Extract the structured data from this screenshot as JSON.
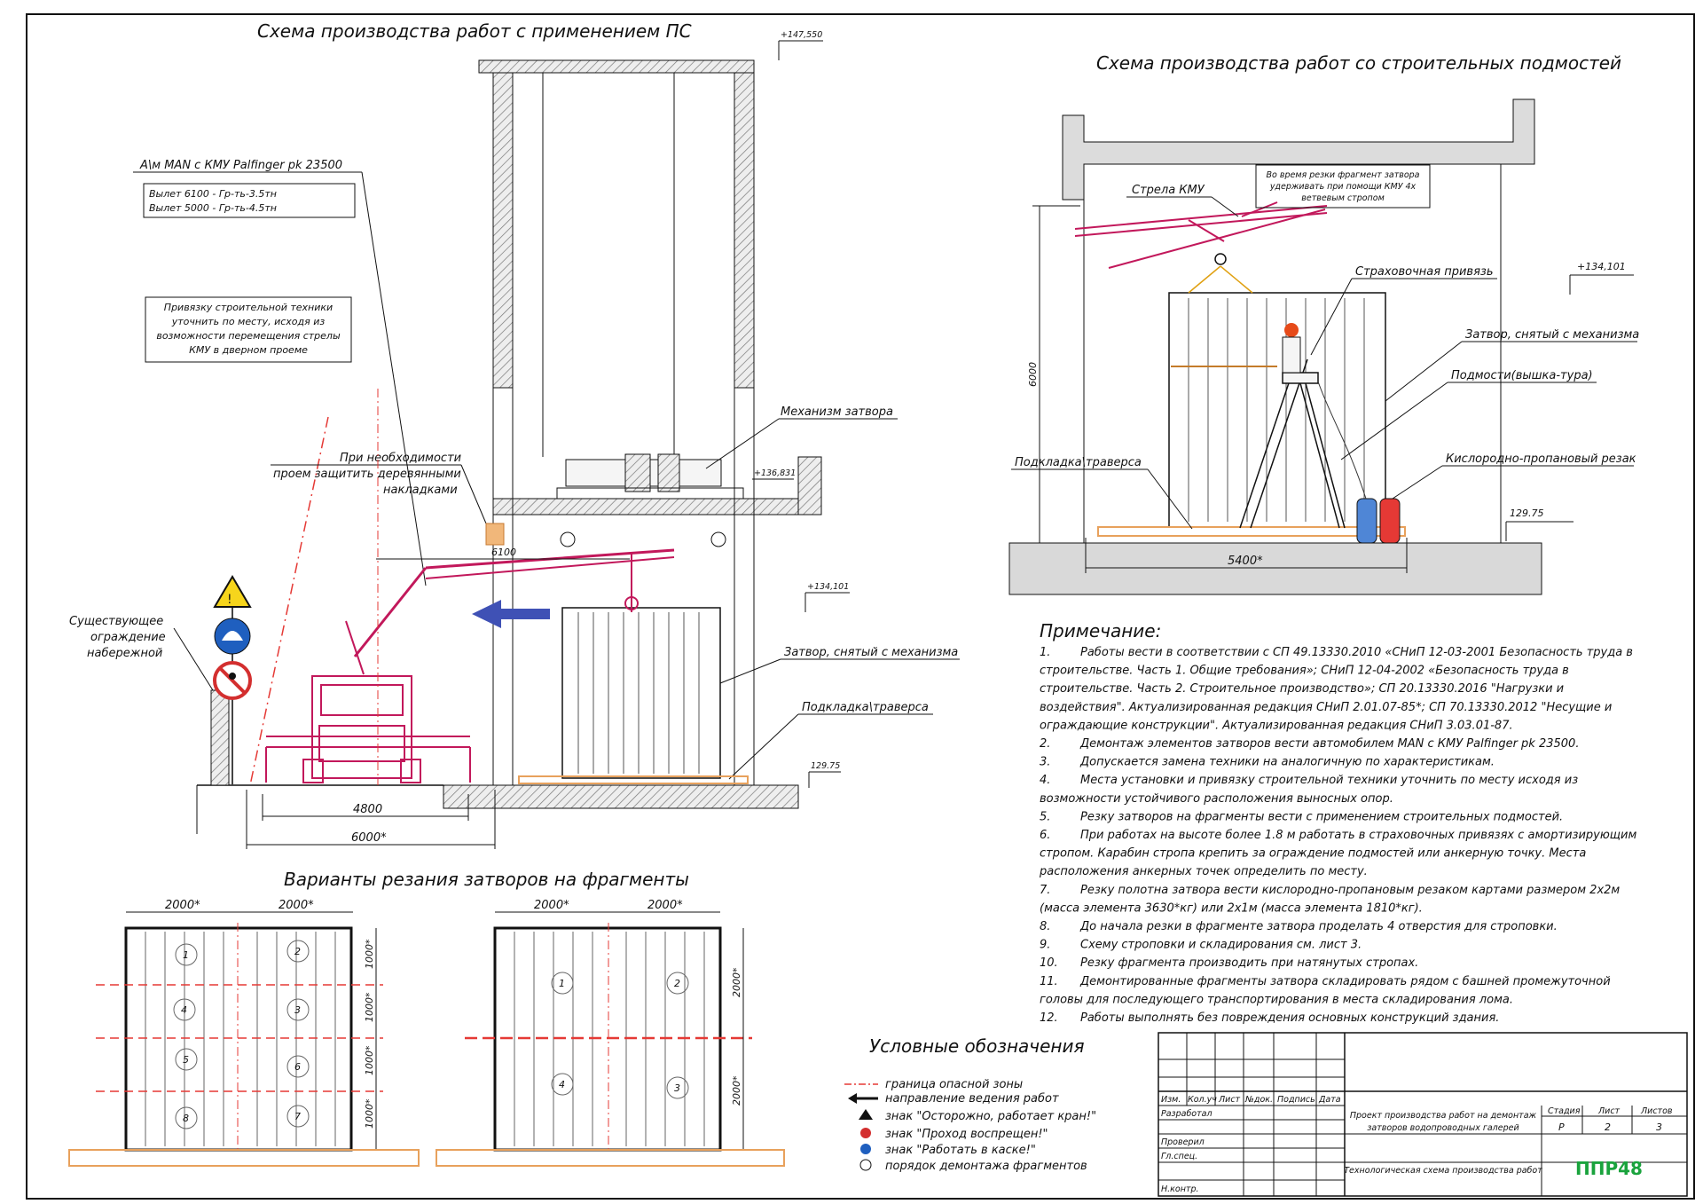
{
  "sheet": {
    "titles": {
      "ps_scheme": "Схема производства работ с применением ПС",
      "scaffold_scheme": "Схема производства работ со строительных подмостей",
      "cutting_variants": "Варианты резания затворов на фрагменты",
      "legend": "Условные обозначения",
      "notes_heading": "Примечание:"
    },
    "left_scheme": {
      "crane_callout": "А\\м MAN с КМУ Palfinger pk 23500",
      "reach_lines": [
        "Вылет 6100 - Гр-ть-3.5тн",
        "Вылет 5000 - Гр-ть-4.5тн"
      ],
      "tie_note": [
        "Привязку строительной техники",
        "уточнить по месту, исходя из",
        "возможности перемещения стрелы",
        "КМУ в дверном проеме"
      ],
      "protect_note": [
        "При необходимости",
        "проем защитить деревянными",
        "накладками"
      ],
      "fence_note": [
        "Существующее",
        "ограждение",
        "набережной"
      ],
      "mechanism": "Механизм затвора",
      "gate_removed": "Затвор, снятый с механизма",
      "support": "Подкладка\\траверса",
      "elev_top": "+147,550",
      "elev_mid": "+136,831",
      "elev_134": "+134,101",
      "elev_ground": "129.75",
      "dim_6100": "6100",
      "dim_4800": "4800",
      "dim_6000": "6000*"
    },
    "right_scheme": {
      "boom": "Стрела КМУ",
      "boom_note": [
        "Во время резки фрагмент затвора",
        "удерживать при помощи КМУ 4х",
        "ветвевым стропом"
      ],
      "harness": "Страховочная привязь",
      "gate_removed": "Затвор, снятый с механизма",
      "scaffold": "Подмости(вышка-тура)",
      "cutter": "Кислородно-пропановый резак",
      "support": "Подкладка\\траверса",
      "elev_134": "+134,101",
      "elev_ground": "129.75",
      "dim_height": "6000",
      "dim_width": "5400*"
    },
    "cutting": {
      "dim_2000": "2000*",
      "dim_1000": "1000*",
      "variant_a": [
        "1",
        "2",
        "4",
        "3",
        "5",
        "6",
        "8",
        "7"
      ],
      "variant_b": [
        "1",
        "2",
        "4",
        "3"
      ]
    },
    "legend": [
      {
        "label": "граница опасной зоны",
        "icon": "danger-zone-line-icon"
      },
      {
        "label": "направление ведения работ",
        "icon": "work-direction-arrow-icon"
      },
      {
        "label": "знак \"Осторожно, работает кран!\"",
        "icon": "crane-warning-sign-icon"
      },
      {
        "label": "знак \"Проход воспрещен!\"",
        "icon": "no-entry-sign-icon"
      },
      {
        "label": "знак \"Работать в каске!\"",
        "icon": "helmet-sign-icon"
      },
      {
        "label": "порядок демонтажа фрагментов",
        "icon": "order-circle-icon"
      }
    ],
    "notes": [
      {
        "n": "1.",
        "lines": [
          "Работы вести в соответствии с СП 49.13330.2010 «СНиП 12-03-2001 Безопасность труда в",
          "строительстве. Часть 1. Общие требования»; СНиП 12-04-2002 «Безопасность труда в",
          "строительстве. Часть 2. Строительное производство»; СП 20.13330.2016 \"Нагрузки и",
          "воздействия\". Актуализированная редакция СНиП 2.01.07-85*; СП 70.13330.2012 \"Несущие и",
          "ограждающие конструкции\". Актуализированная редакция СНиП 3.03.01-87."
        ]
      },
      {
        "n": "2.",
        "lines": [
          "Демонтаж элементов затворов вести автомобилем MAN с КМУ Palfinger pk 23500."
        ]
      },
      {
        "n": "3.",
        "lines": [
          "Допускается замена техники на аналогичную по характеристикам."
        ]
      },
      {
        "n": "4.",
        "lines": [
          "Места установки и привязку строительной техники уточнить по месту исходя из",
          "возможности устойчивого расположения выносных опор."
        ]
      },
      {
        "n": "5.",
        "lines": [
          "Резку затворов на фрагменты вести с применением строительных подмостей."
        ]
      },
      {
        "n": "6.",
        "lines": [
          "При работах на высоте более 1.8 м работать в страховочных привязях с амортизирующим",
          "стропом. Карабин стропа крепить за ограждение подмостей или анкерную точку. Места",
          "расположения анкерных точек определить по месту."
        ]
      },
      {
        "n": "7.",
        "lines": [
          "Резку полотна затвора вести кислородно-пропановым резаком картами размером 2х2м",
          "(масса элемента 3630*кг) или 2х1м (масса элемента 1810*кг)."
        ]
      },
      {
        "n": "8.",
        "lines": [
          "До начала резки в фрагменте затвора проделать 4 отверстия для строповки."
        ]
      },
      {
        "n": "9.",
        "lines": [
          "Схему строповки и складирования см. лист 3."
        ]
      },
      {
        "n": "10.",
        "lines": [
          "Резку фрагмента производить при натянутых стропах."
        ]
      },
      {
        "n": "11.",
        "lines": [
          "Демонтированные фрагменты затвора складировать рядом с башней промежуточной",
          "головы для последующего транспортирования в места складирования лома."
        ]
      },
      {
        "n": "12.",
        "lines": [
          "Работы выполнять без повреждения основных конструкций здания."
        ]
      }
    ],
    "stamp": {
      "headers": [
        "Изм.",
        "Кол.уч",
        "Лист",
        "№док.",
        "Подпись",
        "Дата"
      ],
      "roles": [
        "Разработал",
        "Проверил",
        "Гл.спец.",
        "Н.контр."
      ],
      "project_title": [
        "Проект производства работ на демонтаж",
        "затворов водопроводных галерей"
      ],
      "sheet_title": "Технологическая схема производства работ",
      "stage_h": "Стадия",
      "sheet_h": "Лист",
      "sheets_h": "Листов",
      "stage": "Р",
      "sheet": "2",
      "sheets": "3",
      "logo": "ППР48"
    },
    "colors": {
      "line": "#1a1a1a",
      "crane": "#c2185b",
      "danger": "#e53935",
      "arrow": "#3f51b5",
      "wood": "#e8a15c",
      "hatch": "#888888",
      "logo": "#1aa33d"
    }
  }
}
